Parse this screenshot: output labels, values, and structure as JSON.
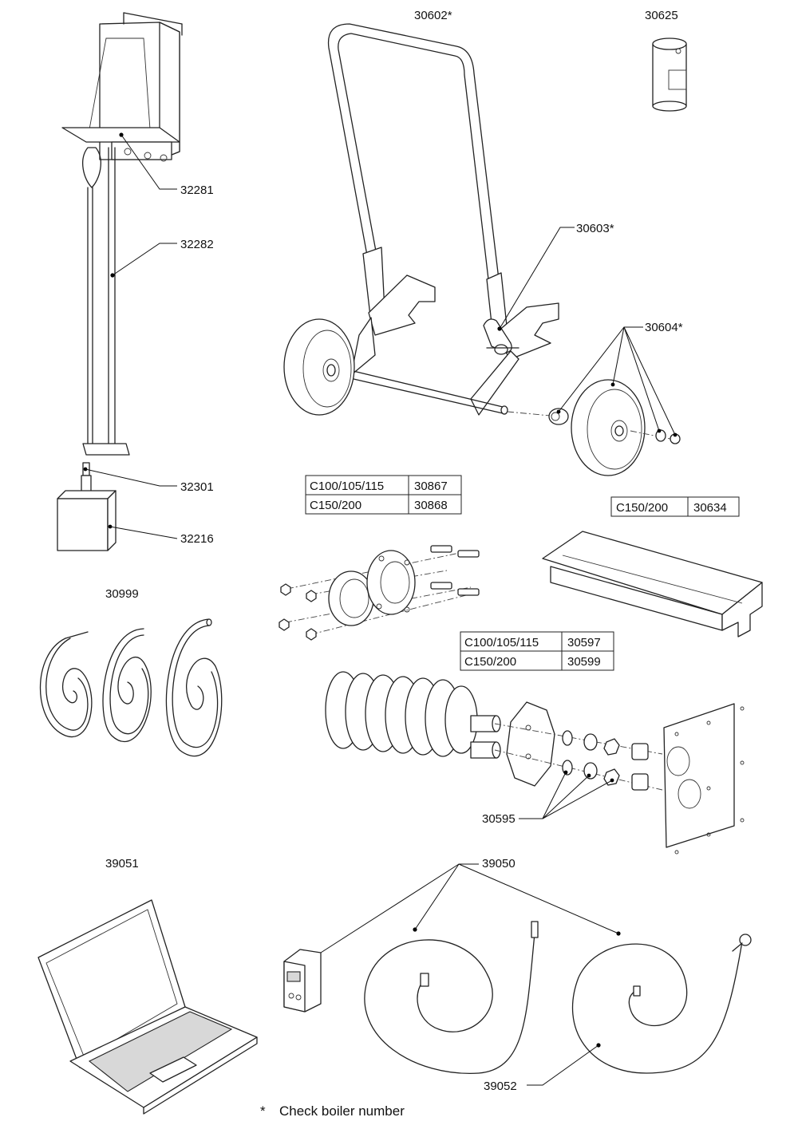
{
  "parts": {
    "p30602": "30602*",
    "p30625": "30625",
    "p32281": "32281",
    "p32282": "32282",
    "p30603": "30603*",
    "p30604": "30604*",
    "p32301": "32301",
    "p32216": "32216",
    "p30999": "30999",
    "p30595": "30595",
    "p39051": "39051",
    "p39050": "39050",
    "p39052": "39052"
  },
  "tables": {
    "flange": [
      {
        "model": "C100/105/115",
        "part": "30867"
      },
      {
        "model": "C150/200",
        "part": "30868"
      }
    ],
    "rail": [
      {
        "model": "C150/200",
        "part": "30634"
      }
    ],
    "element": [
      {
        "model": "C100/105/115",
        "part": "30597"
      },
      {
        "model": "C150/200",
        "part": "30599"
      }
    ]
  },
  "footnote": {
    "mark": "*",
    "text": "Check boiler number"
  }
}
